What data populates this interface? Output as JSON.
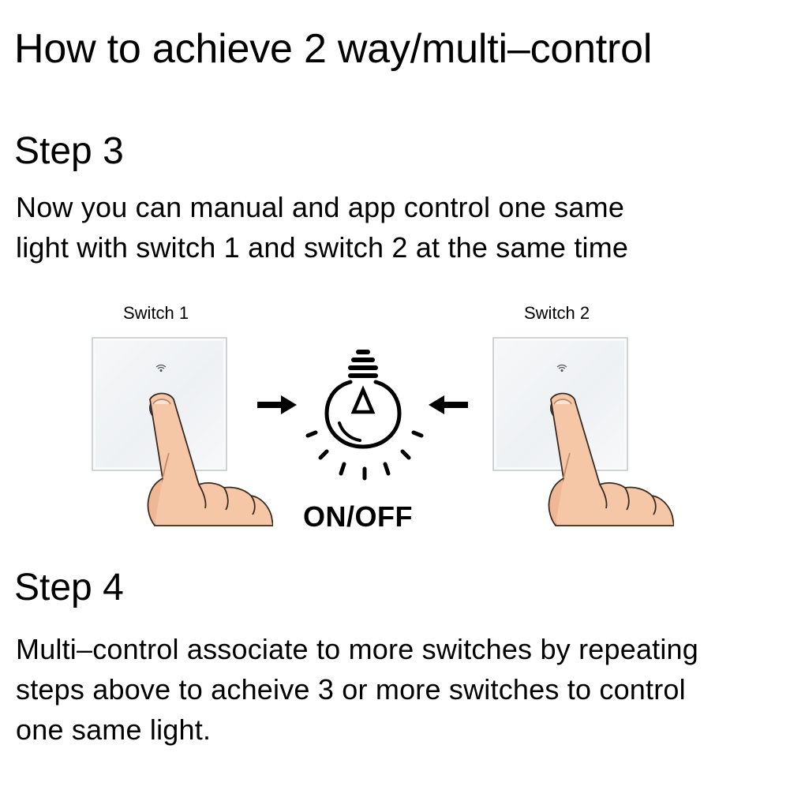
{
  "title": "How to achieve 2 way/multi–control",
  "step3": {
    "heading": "Step 3",
    "lines": [
      "Now you can manual and app control one same",
      "light with switch 1 and switch 2 at the same time"
    ]
  },
  "diagram": {
    "switch1_label": "Switch 1",
    "switch2_label": "Switch 2",
    "onoff_label": "ON/OFF",
    "icons": [
      "wifi-icon",
      "touch-button-icon",
      "hand-finger-icon",
      "arrow-right-icon",
      "arrow-left-icon",
      "light-bulb-icon"
    ],
    "colors": {
      "skin": "#f6c7a6",
      "skin_shadow": "#e8a786",
      "outline": "#1a1a1a",
      "panel_border": "#cfd3d6"
    }
  },
  "step4": {
    "heading": "Step 4",
    "lines": [
      "Multi–control associate to more switches by repeating",
      "steps above to acheive 3 or more switches to control",
      "one same light."
    ]
  }
}
